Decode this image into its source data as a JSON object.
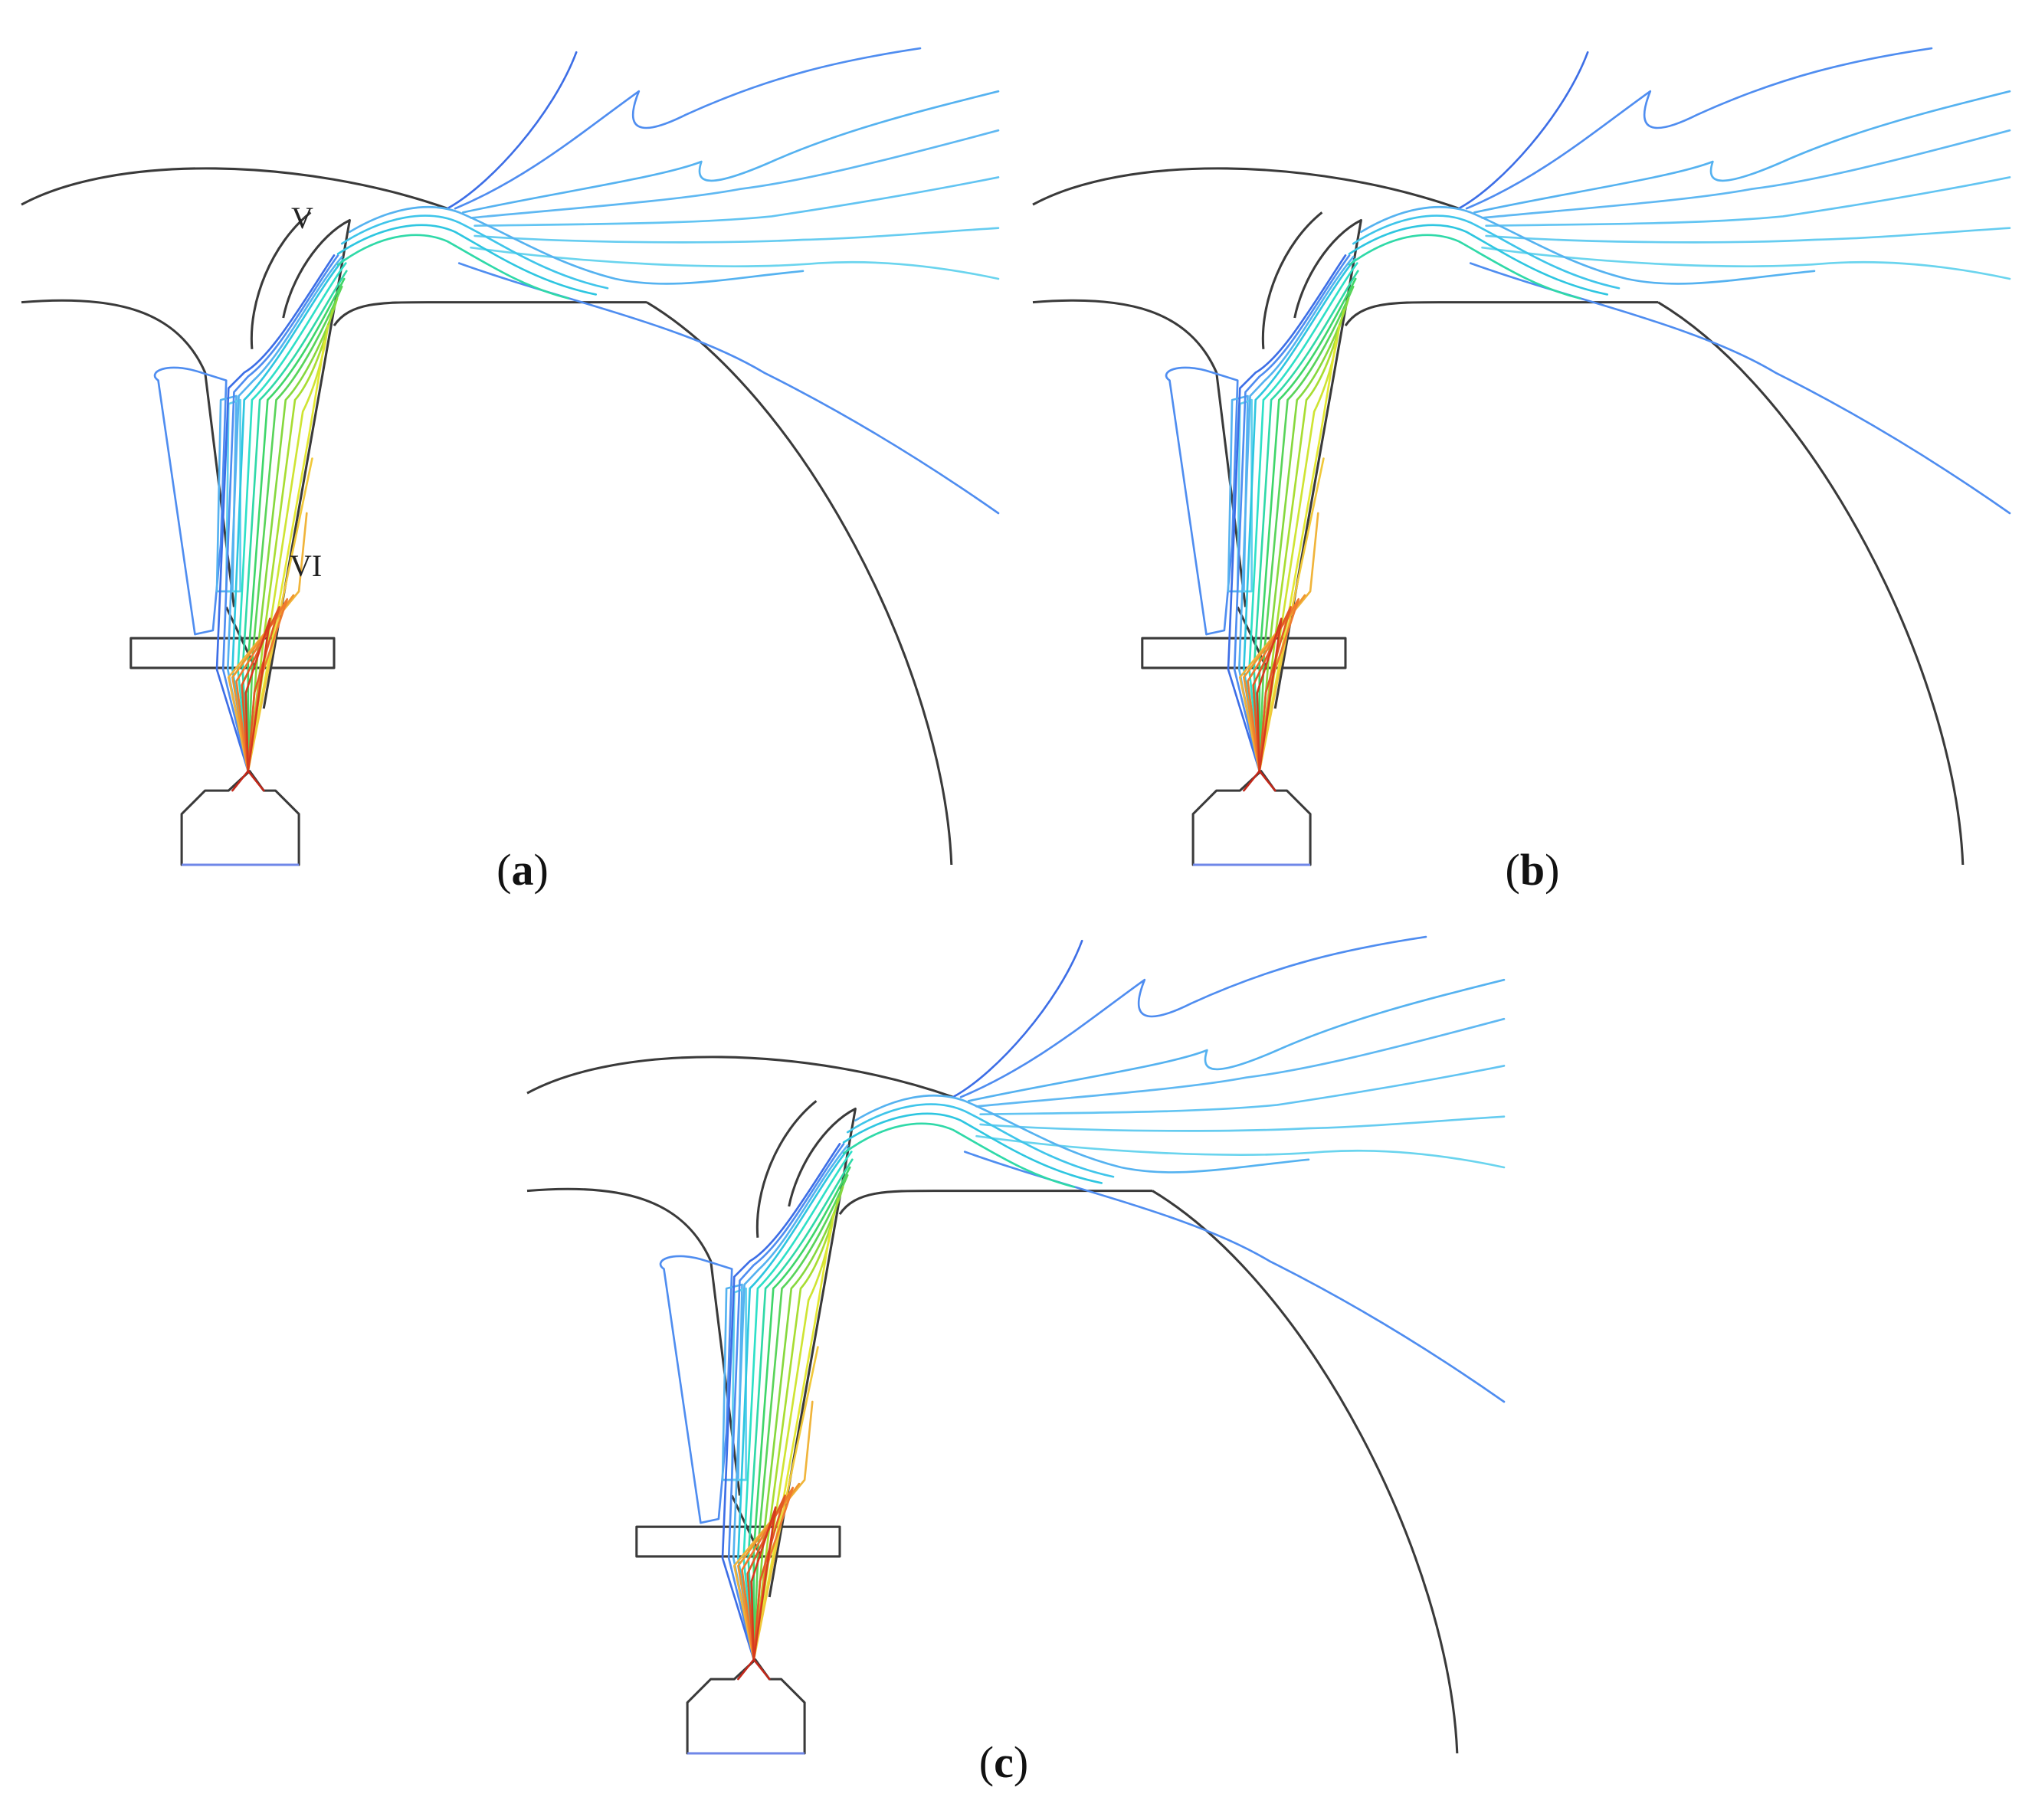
{
  "panels": [
    {
      "id": "a",
      "caption_open": "(",
      "caption_letter": "a",
      "caption_close": ")",
      "annotations": [
        "V",
        "VI"
      ]
    },
    {
      "id": "b",
      "caption_open": "(",
      "caption_letter": "b",
      "caption_close": ")",
      "annotations": []
    },
    {
      "id": "c",
      "caption_open": "(",
      "caption_letter": "c",
      "caption_close": ")",
      "annotations": []
    }
  ],
  "colors": {
    "wall": "#3a3a3a",
    "contour_palette": [
      "#3d6ee6",
      "#4f8df0",
      "#55b2f0",
      "#5fd0ee",
      "#2ee0e0",
      "#30d9a8",
      "#59d45a",
      "#a8dd32",
      "#e4e832",
      "#f0b43a",
      "#ef7a2e",
      "#d63a1e"
    ]
  }
}
